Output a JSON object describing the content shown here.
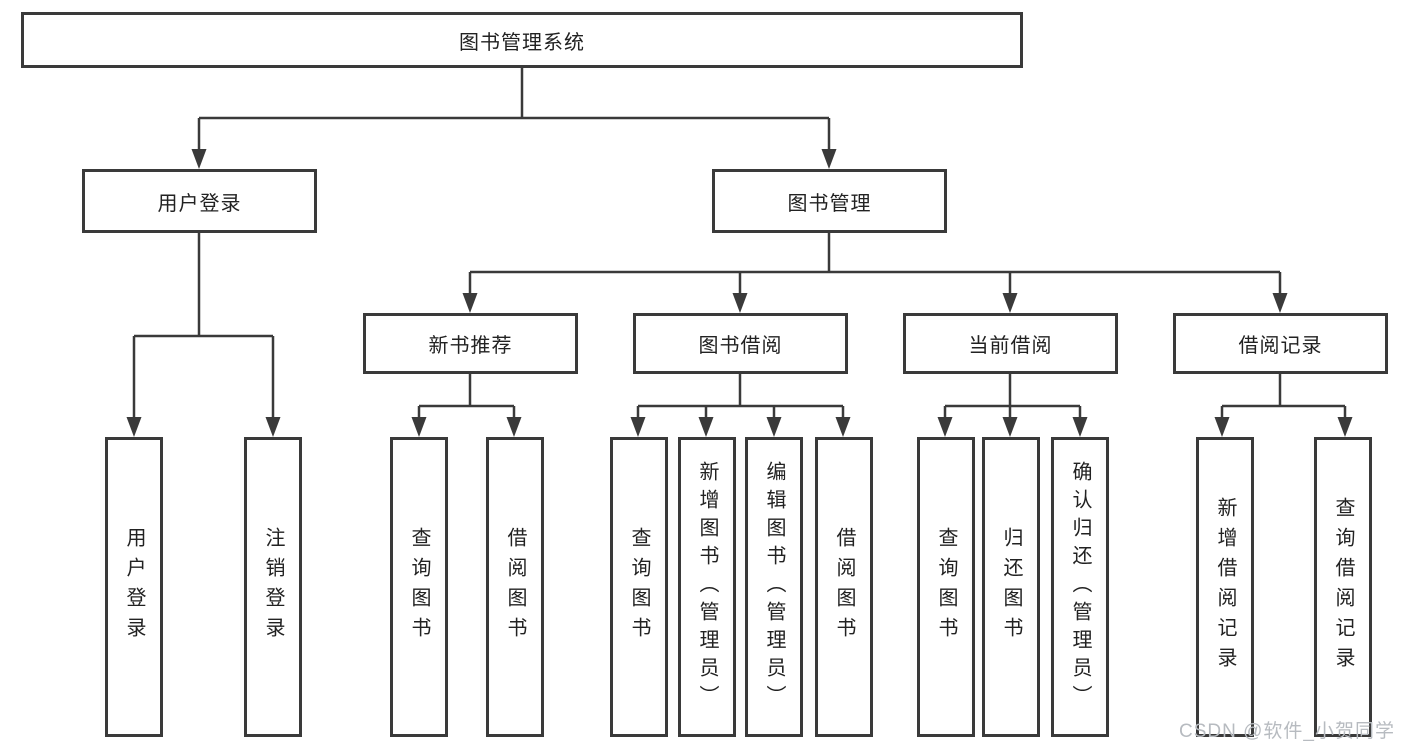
{
  "diagram": {
    "title": "图书管理系统",
    "watermark": "CSDN @软件_小贺同学",
    "colors": {
      "line": "#3a3a3a",
      "text": "#222222",
      "watermark": "#b7bbc0",
      "background": "#ffffff"
    },
    "nodes": {
      "root": {
        "label": "图书管理系统"
      },
      "user_login_branch": {
        "label": "用户登录"
      },
      "book_management": {
        "label": "图书管理"
      },
      "new_book_recommend": {
        "label": "新书推荐"
      },
      "book_borrowing": {
        "label": "图书借阅"
      },
      "current_borrowing": {
        "label": "当前借阅"
      },
      "borrowing_records": {
        "label": "借阅记录"
      },
      "user_login": {
        "label": "用户登录"
      },
      "logout": {
        "label": "注销登录"
      },
      "query_books_recommend": {
        "label": "查询图书"
      },
      "borrow_books_recommend": {
        "label": "借阅图书"
      },
      "query_books_borrowing": {
        "label": "查询图书"
      },
      "add_books_admin": {
        "label": "新增图书（管理员）"
      },
      "edit_books_admin": {
        "label": "编辑图书（管理员）"
      },
      "borrow_books_borrowing": {
        "label": "借阅图书"
      },
      "query_books_current": {
        "label": "查询图书"
      },
      "return_books": {
        "label": "归还图书"
      },
      "confirm_return_admin": {
        "label": "确认归还（管理员）"
      },
      "add_borrow_record": {
        "label": "新增借阅记录"
      },
      "query_borrow_record": {
        "label": "查询借阅记录"
      }
    },
    "edges": [
      [
        "root",
        "user_login_branch"
      ],
      [
        "root",
        "book_management"
      ],
      [
        "user_login_branch",
        "user_login"
      ],
      [
        "user_login_branch",
        "logout"
      ],
      [
        "book_management",
        "new_book_recommend"
      ],
      [
        "book_management",
        "book_borrowing"
      ],
      [
        "book_management",
        "current_borrowing"
      ],
      [
        "book_management",
        "borrowing_records"
      ],
      [
        "new_book_recommend",
        "query_books_recommend"
      ],
      [
        "new_book_recommend",
        "borrow_books_recommend"
      ],
      [
        "book_borrowing",
        "query_books_borrowing"
      ],
      [
        "book_borrowing",
        "add_books_admin"
      ],
      [
        "book_borrowing",
        "edit_books_admin"
      ],
      [
        "book_borrowing",
        "borrow_books_borrowing"
      ],
      [
        "current_borrowing",
        "query_books_current"
      ],
      [
        "current_borrowing",
        "return_books"
      ],
      [
        "current_borrowing",
        "confirm_return_admin"
      ],
      [
        "borrowing_records",
        "add_borrow_record"
      ],
      [
        "borrowing_records",
        "query_borrow_record"
      ]
    ]
  }
}
